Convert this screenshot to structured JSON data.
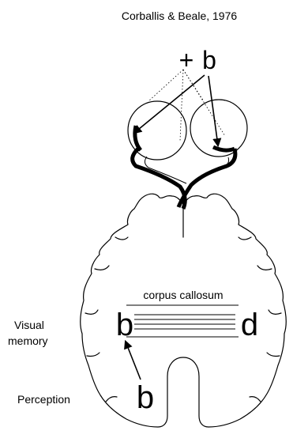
{
  "citation": "Corballis & Beale, 1976",
  "stimulus": {
    "fixation": "+",
    "letter": "b"
  },
  "callosum_label": "corpus callosum",
  "left_hemisphere_letter": "b",
  "right_hemisphere_letter": "d",
  "perceived_letter": "b",
  "labels": {
    "visual_memory_line1": "Visual",
    "visual_memory_line2": "memory",
    "perception": "Perception"
  }
}
